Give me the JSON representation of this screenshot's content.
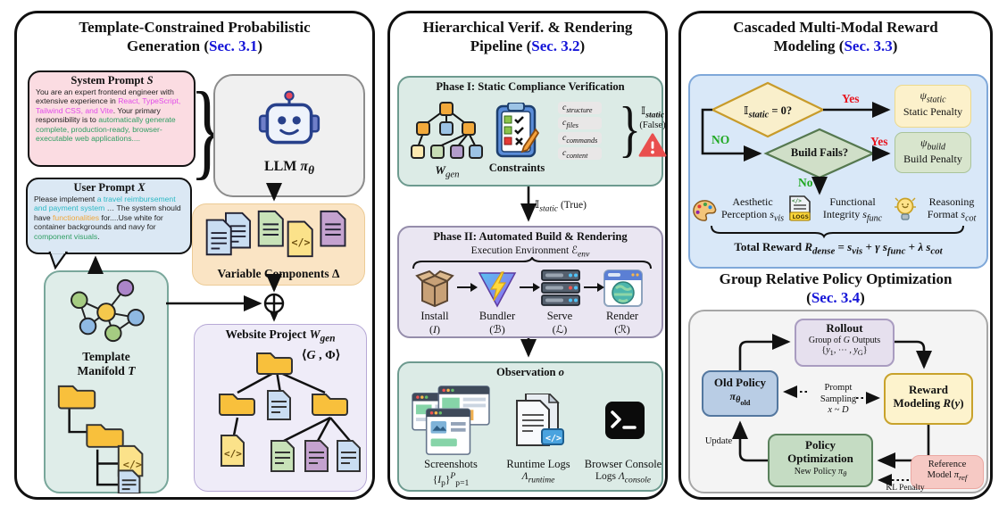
{
  "colors": {
    "section_link": "#1515d8",
    "yes": "#e8141e",
    "no": "#1fa821",
    "magenta": "#e14ae9",
    "green_text": "#2f9e63",
    "cyan_text": "#2bb8c4",
    "orange_text": "#f0a73a"
  },
  "left_panel": {
    "title1": "Template-Constrained Probabilistic",
    "title2_pre": "Generation (",
    "sec": "Sec. 3.1",
    "title2_post": ")",
    "system_prompt": {
      "title_html": "System Prompt <i>S</i>",
      "segments": [
        {
          "text": "You are an expert frontend engineer with extensive experience in ",
          "color": "#222222"
        },
        {
          "text": "React, TypeScript, Tailwind CSS, and Vite",
          "color": "#e14ae9"
        },
        {
          "text": ". Your primary responsibility is to ",
          "color": "#222222"
        },
        {
          "text": "automatically generate complete, production-ready, browser-executable web applications....",
          "color": "#2f9e63"
        }
      ]
    },
    "llm_label_html": "LLM <i>π</i><sub><i>θ</i></sub>",
    "user_prompt": {
      "title_html": "User Prompt <i>X</i>",
      "segments": [
        {
          "text": "Please implement ",
          "color": "#222222"
        },
        {
          "text": "a travel reimbursement and payment system",
          "color": "#2bb8c4"
        },
        {
          "text": " … The system should have ",
          "color": "#222222"
        },
        {
          "text": "functionalities",
          "color": "#f0a73a"
        },
        {
          "text": " for....Use white for container backgrounds and navy for ",
          "color": "#222222"
        },
        {
          "text": "component visuals",
          "color": "#2f9e63"
        },
        {
          "text": ".",
          "color": "#222222"
        }
      ]
    },
    "template_manifold_html": "Template<br>Manifold <i>T</i>",
    "variable_components_html": "Variable Components Δ",
    "website_project_html": "Website Project <i>W</i><sub><i>gen</i></sub>",
    "tuple_html": "⟨<i>G</i> , Φ⟩"
  },
  "middle_panel": {
    "title1": "Hierarchical Verif. & Rendering",
    "title2_pre": "Pipeline (",
    "sec": "Sec. 3.2",
    "title2_post": ")",
    "phase1": {
      "title": "Phase I: Static Compliance Verification",
      "wgen_html": "<b><i>W</i></b><sub><i>gen</i></sub>",
      "constraints_label": "Constraints",
      "pills_html": [
        "<i>c</i><sub>structure</sub>",
        "<i>c</i><sub>files</sub>",
        "<i>c</i><sub>commands</sub>",
        "<i>c</i><sub>content</sub>"
      ],
      "indicator_html": "<span class=\"bb\">𝕀</span><sub><i>static</i></sub>",
      "indicator_value": "(False)"
    },
    "gate_html": "<span class=\"bb\">𝕀</span><sub><i>static</i></sub> (True)",
    "phase2": {
      "title": "Phase II: Automated Build & Rendering",
      "env_html": "Execution Environment ℰ<sub><i>env</i></sub>",
      "steps": [
        {
          "name": "Install",
          "sym_html": "(<i>I</i>)"
        },
        {
          "name": "Bundler",
          "sym_html": "(ℬ)"
        },
        {
          "name": "Serve",
          "sym_html": "(ℒ)"
        },
        {
          "name": "Render",
          "sym_html": "(ℛ)"
        }
      ]
    },
    "observation": {
      "title_html": "Observation <b><i>o</i></b>",
      "items": [
        {
          "line1": "Screenshots",
          "line2_html": "{<i>I</i><sub>p</sub>}<sup><i>P</i></sup><sub>p=1</sub>"
        },
        {
          "line1": "Runtime Logs",
          "line2_html": "<i>Λ</i><sub><i>runtime</i></sub>"
        },
        {
          "line1": "Browser Console",
          "line2_html": "Logs <i>Λ</i><sub><i>console</i></sub>"
        }
      ]
    }
  },
  "right_panel": {
    "title1": "Cascaded Multi-Modal Reward",
    "title2_pre": "Modeling (",
    "sec": "Sec. 3.3",
    "title2_post": ")",
    "flow": {
      "d1_html": "<span class=\"bb\">𝕀</span><sub><i>static</i></sub> = 0?",
      "yes1": "Yes",
      "no1": "NO",
      "static_penalty_html": "<i>ψ</i><sub><i>static</i></sub><br>Static Penalty",
      "d2": "Build Fails?",
      "yes2": "Yes",
      "no2": "No",
      "build_penalty_html": "<i>ψ</i><sub><i>build</i></sub><br>Build Penalty",
      "rewards": [
        {
          "l1": "Aesthetic",
          "l2_html": "Perception <i>s</i><sub><i>vis</i></sub>"
        },
        {
          "l1": "Functional",
          "l2_html": "Integrity <i>s</i><sub><i>func</i></sub>"
        },
        {
          "l1": "Reasoning",
          "l2_html": "Format <i>s</i><sub><i>cot</i></sub>"
        }
      ],
      "total_html": "Total Reward <i>R</i><sub><i>dense</i></sub> = <i>s</i><sub><i>vis</i></sub> + <i>γ</i> <i>s</i><sub><i>func</i></sub> + <i>λ</i> <i>s</i><sub><i>cot</i></sub>"
    },
    "grpo": {
      "title1": "Group Relative Policy Optimization",
      "title2_pre": "(",
      "sec": "Sec. 3.4",
      "title2_post": ")",
      "rollout_l1": "Rollout",
      "rollout_l2_html": "Group of <i>G</i> Outputs",
      "rollout_l3_html": "{<i>y</i><sub>1</sub>, ⋯ , <i>y</i><sub>G</sub>}",
      "old_policy_l1": "Old Policy",
      "old_policy_l2_html": "<i>π</i><sub><i>θ</i><sub>old</sub></sub>",
      "reward_modeling_html": "Reward<br>Modeling <i>R</i>(<i>y</i>)",
      "policy_opt_l1": "Policy",
      "policy_opt_l2": "Optimization",
      "policy_opt_l3_html": "New Policy <i>π</i><sub><i>θ</i></sub>",
      "reference_html": "Reference<br>Model <i>π</i><sub><i>ref</i></sub>",
      "prompt_l1": "Prompt",
      "prompt_l2": "Sampling",
      "prompt_l3_html": "<i>x</i> ~ <i>D</i>",
      "update": "Update",
      "kl": "KL Penalty"
    }
  }
}
